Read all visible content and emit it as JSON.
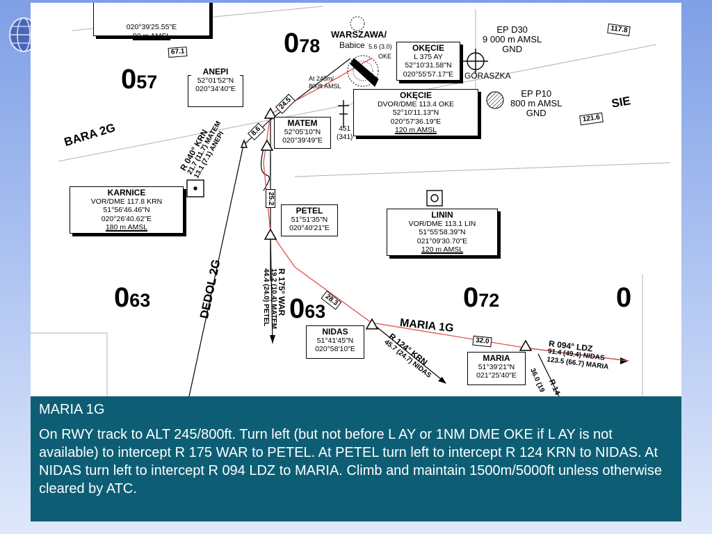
{
  "waypoints": {
    "anepi": {
      "name": "ANEPI",
      "lat": "52°01'52\"N",
      "lon": "020°34'40\"E"
    },
    "matem": {
      "name": "MATEM",
      "lat": "52°05'10\"N",
      "lon": "020°39'49\"E"
    },
    "petel": {
      "name": "PETEL",
      "lat": "51°51'35\"N",
      "lon": "020°40'21\"E"
    },
    "nidas": {
      "name": "NIDAS",
      "lat": "51°41'45\"N",
      "lon": "020°58'10\"E"
    },
    "maria": {
      "name": "MARIA",
      "lat": "51°39'21\"N",
      "lon": "021°25'40\"E"
    }
  },
  "navaids": {
    "karnice": {
      "name": "KARNICE",
      "freq": "VOR/DME 117.8 KRN",
      "lat": "51°56'46.46\"N",
      "lon": "020°26'40.62\"E",
      "elev": "180 m AMSL"
    },
    "linin": {
      "name": "LININ",
      "freq": "VOR/DME 113.1 LIN",
      "lat": "51°55'58.39\"N",
      "lon": "021°09'30.70\"E",
      "elev": "120 m AMSL"
    },
    "okecie_vor": {
      "name": "OKĘCIE",
      "freq": "DVOR/DME 113.4 OKE",
      "lat": "52°10'11.13\"N",
      "lon": "020°57'36.19\"E",
      "elev": "120 m AMSL"
    },
    "okecie_l": {
      "name": "OKĘCIE",
      "freq": "L 375 AY",
      "lat": "52°10'31.58\"N",
      "lon": "020°55'57.17\"E"
    },
    "top_partial": {
      "lon": "020°39'25.55\"E",
      "elev": "90 m AMSL"
    }
  },
  "airspace": {
    "ep_d30": {
      "name": "EP D30",
      "alt": "9 000 m AMSL",
      "floor": "GND"
    },
    "ep_p10": {
      "name": "EP P10",
      "alt": "800 m AMSL",
      "floor": "GND"
    },
    "goraszka": "GÓRASZKA",
    "warszawa": "WARSZAWA/",
    "babice": "Babice",
    "babice_freq": "5.6 (3.0)",
    "oke": "OKE",
    "obstacle_note_1": "At 245m/",
    "obstacle_note_2": "800ft AMSL",
    "obstacle_elev": "451",
    "obstacle_elev_ft": "(341)"
  },
  "routes": {
    "bara": "BARA 2G",
    "dedol": "DEDOL 2G",
    "maria": "MARIA 1G",
    "sie": "SIE",
    "r040_1": "R 040° KRN",
    "r040_2": "21.7 (11.7) MATEM",
    "r040_3": "13.1 (7.1) ANEPI",
    "r175_1": "R 175° WAR",
    "r175_2": "19.2 (10.4) MATEM",
    "r175_3": "44.4 (24.0) PETEL",
    "r124_1": "R 124° KRN",
    "r124_2": "45.7 (24.7) NIDAS",
    "r094_1": "R 094° LDZ",
    "r094_2": "91.4 (49.4) NIDAS",
    "r094_3": "123.5 (66.7) MARIA",
    "r_cut_1": "36.0 (19",
    "r_cut_2": "R 14"
  },
  "distances": {
    "d1": "117.8",
    "d2": "67.1",
    "d3": "24.5",
    "d4": "8.6",
    "d5": "25.2",
    "d6": "28.3",
    "d7": "32.0",
    "d8": "121.6"
  },
  "msa": {
    "m057": {
      "big": "0",
      "small": "57"
    },
    "m078": {
      "big": "0",
      "small": "78"
    },
    "m063a": {
      "big": "0",
      "small": "63"
    },
    "m063b": {
      "big": "0",
      "small": "63"
    },
    "m072": {
      "big": "0",
      "small": "72"
    },
    "m0": {
      "big": "0"
    }
  },
  "panel": {
    "title": "MARIA 1G",
    "text": "On RWY track to ALT 245/800ft. Turn left (but not before L AY or 1NM DME OKE if L AY is not available) to intercept R 175 WAR to PETEL. At PETEL turn left to intercept R 124 KRN to NIDAS. At NIDAS turn left to intercept R 094 LDZ to MARIA. Climb and maintain 1500m/5000ft unless otherwise cleared by ATC."
  }
}
